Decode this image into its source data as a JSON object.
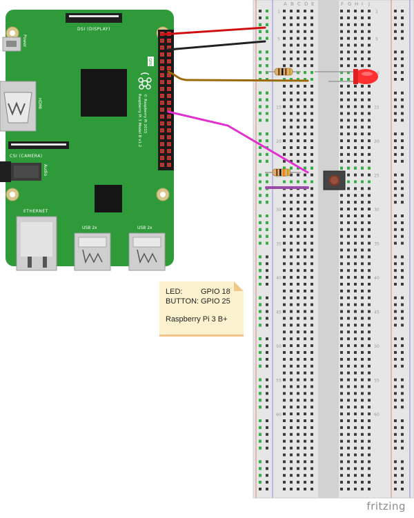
{
  "board": {
    "power_label": "Power",
    "dsi_label": "DSI (DISPLAY)",
    "hdmi_label": "HDMI",
    "csi_label": "CSI (CAMERA)",
    "audio_label": "Audio",
    "ethernet_label": "ETHERNET",
    "usb1_label": "USB 2x",
    "usb2_label": "USB 2x",
    "gpio_label": "GPIO",
    "model_line1": "Raspberry Pi 3 Model B v1.2",
    "model_line2": "© Raspberry Pi 2015"
  },
  "breadboard": {
    "column_letters_left": [
      "A",
      "B",
      "C",
      "D",
      "E"
    ],
    "column_letters_right": [
      "F",
      "G",
      "H",
      "I",
      "J"
    ],
    "row_numbers": [
      "1",
      "5",
      "10",
      "15",
      "20",
      "25",
      "30",
      "35",
      "40",
      "45",
      "50",
      "55",
      "60"
    ]
  },
  "note": {
    "led_label": "LED:",
    "led_value": "GPIO 18",
    "button_label": "BUTTON:",
    "button_value": "GPIO 25",
    "device": "Raspberry Pi 3 B+"
  },
  "brand": "fritzing",
  "colors": {
    "board_green": "#2f9a3a",
    "wire_red": "#d01010",
    "wire_black": "#202020",
    "wire_brown": "#9a6a0a",
    "wire_magenta": "#e030d0",
    "led_red": "#ff3030",
    "note_bg": "#fdf2cf"
  }
}
